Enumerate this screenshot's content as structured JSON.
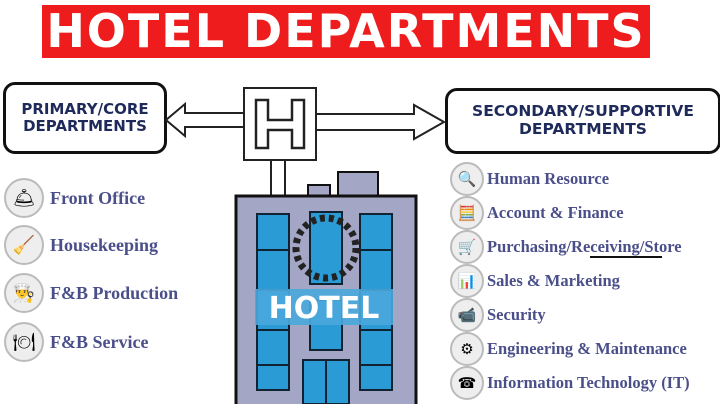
{
  "title": "HOTEL DEPARTMENTS",
  "primary": {
    "line1": "PRIMARY/CORE",
    "line2": "DEPARTMENTS",
    "items": [
      {
        "label": "Front Office",
        "icon": "front-office-icon",
        "glyph": "🛎"
      },
      {
        "label": "Housekeeping",
        "icon": "vacuum-cleaner-icon",
        "glyph": "🧹"
      },
      {
        "label": "F&B Production",
        "icon": "chef-icon",
        "glyph": "👨‍🍳"
      },
      {
        "label": "F&B Service",
        "icon": "waiter-icon",
        "glyph": "🍽"
      }
    ]
  },
  "secondary": {
    "line1": "SECONDARY/SUPPORTIVE",
    "line2": "DEPARTMENTS",
    "items": [
      {
        "label": "Human Resource",
        "icon": "magnifier-person-icon",
        "glyph": "🔍"
      },
      {
        "label": "Account & Finance",
        "icon": "calculator-icon",
        "glyph": "🧮"
      },
      {
        "label": "Purchasing/Receiving/Store",
        "icon": "shopping-cart-icon",
        "glyph": "🛒"
      },
      {
        "label": "Sales & Marketing",
        "icon": "marketing-icon",
        "glyph": "📊"
      },
      {
        "label": "Security",
        "icon": "cctv-camera-icon",
        "glyph": "📹"
      },
      {
        "label": "Engineering & Maintenance",
        "icon": "gears-icon",
        "glyph": "⚙"
      },
      {
        "label": "Information Technology (IT)",
        "icon": "telephone-icon",
        "glyph": "☎"
      }
    ]
  },
  "sign": {
    "letter": "H"
  },
  "building": {
    "label": "HOTEL"
  },
  "colors": {
    "title_bg": "#ee1c1c",
    "label_text": "#4a4f8a",
    "box_text": "#1e2a5a",
    "window": "#2b9bd6",
    "building": "#a3a6c4"
  }
}
